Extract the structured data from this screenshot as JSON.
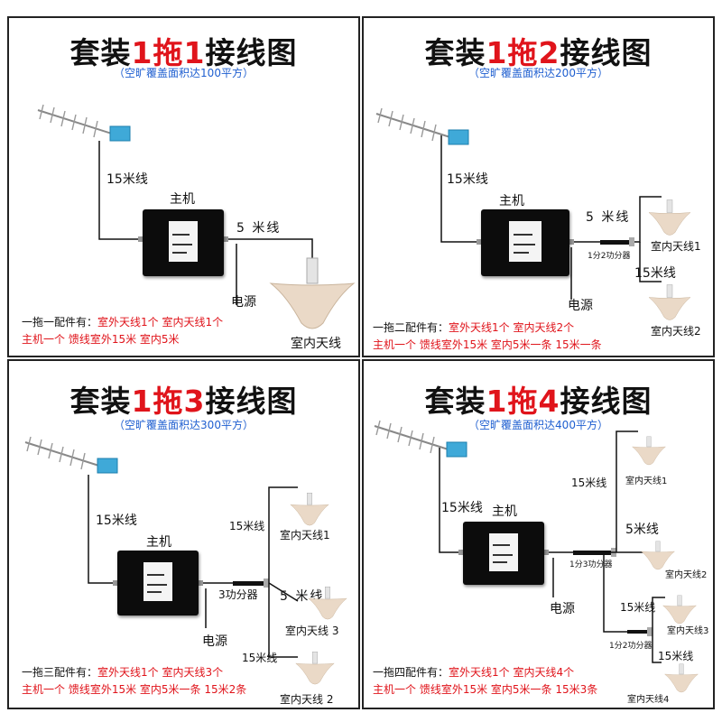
{
  "panels": [
    {
      "title_prefix": "套装",
      "title_red": "1拖1",
      "title_suffix": "接线图",
      "subtitle": "（空旷覆盖面积达100平方）",
      "cable_15m": "15米线",
      "host": "主机",
      "cable_5m": "5 米线",
      "power": "电源",
      "indoor": "室内天线",
      "accessories_label": "一拖一配件有：",
      "accessories_line1": "室外天线1个 室内天线1个",
      "accessories_line2": "主机一个 馈线室外15米 室内5米"
    },
    {
      "title_prefix": "套装",
      "title_red": "1拖2",
      "title_suffix": "接线图",
      "subtitle": "（空旷覆盖面积达200平方）",
      "cable_15m": "15米线",
      "host": "主机",
      "cable_5m": "5 米线",
      "splitter": "1分2功分器",
      "cable_15m_b": "15米线",
      "power": "电源",
      "indoor1": "室内天线1",
      "indoor2": "室内天线2",
      "accessories_label": "一拖二配件有：",
      "accessories_line1": "室外天线1个 室内天线2个",
      "accessories_line2": "主机一个 馈线室外15米 室内5米一条 15米一条"
    },
    {
      "title_prefix": "套装",
      "title_red": "1拖3",
      "title_suffix": "接线图",
      "subtitle": "（空旷覆盖面积达300平方）",
      "cable_15m": "15米线",
      "host": "主机",
      "cable_15m_top": "15米线",
      "splitter": "3功分器",
      "cable_5m": "5 米线",
      "power": "电源",
      "cable_15m_bottom": "15米线",
      "indoor1": "室内天线1",
      "indoor3": "室内天线 3",
      "indoor2": "室内天线 2",
      "accessories_label": "一拖三配件有：",
      "accessories_line1": "室外天线1个 室内天线3个",
      "accessories_line2": "主机一个 馈线室外15米 室内5米一条 15米2条"
    },
    {
      "title_prefix": "套装",
      "title_red": "1拖4",
      "title_suffix": "接线图",
      "subtitle": "（空旷覆盖面积达400平方）",
      "cable_15m": "15米线",
      "host": "主机",
      "cable_15m_top": "15米线",
      "splitter": "1分3功分器",
      "cable_5m": "5米线",
      "power": "电源",
      "cable_15m_mid": "15米线",
      "splitter2": "1分2功分器",
      "cable_15m_low": "15米线",
      "indoor1": "室内天线1",
      "indoor2": "室内天线2",
      "indoor3": "室内天线3",
      "indoor4": "室内天线4",
      "accessories_label": "一拖四配件有：",
      "accessories_line1": "室外天线1个 室内天线4个",
      "accessories_line2": "主机一个 馈线室外15米 室内5米一条 15米3条"
    }
  ],
  "colors": {
    "accent": "#e0141b",
    "subtitle": "#1f5fd0",
    "host": "#0c0c0c",
    "antenna": "#d9cbb8"
  },
  "icons": [
    "yagi-outdoor-antenna-icon",
    "repeater-host-icon",
    "ceiling-indoor-antenna-icon",
    "splitter-icon"
  ]
}
